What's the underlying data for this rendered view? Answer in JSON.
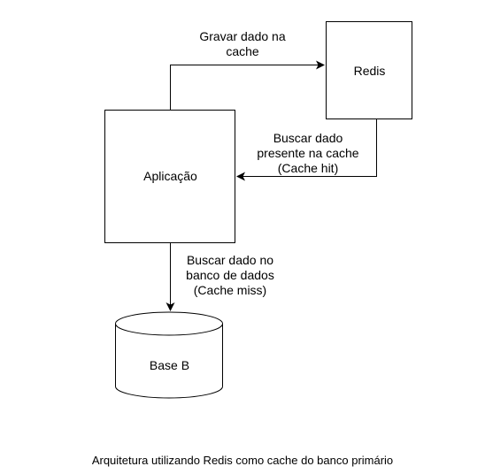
{
  "nodes": {
    "redis": "Redis",
    "app": "Aplicação",
    "db": "Base B"
  },
  "edges": {
    "write_cache": [
      "Gravar dado na",
      "cache"
    ],
    "cache_hit": [
      "Buscar dado",
      "presente na cache",
      "(Cache hit)"
    ],
    "cache_miss": [
      "Buscar dado no",
      "banco de dados",
      "(Cache miss)"
    ]
  },
  "caption": "Arquitetura utilizando Redis como cache do banco primário",
  "colors": {
    "stroke": "#000000",
    "background": "#ffffff"
  }
}
